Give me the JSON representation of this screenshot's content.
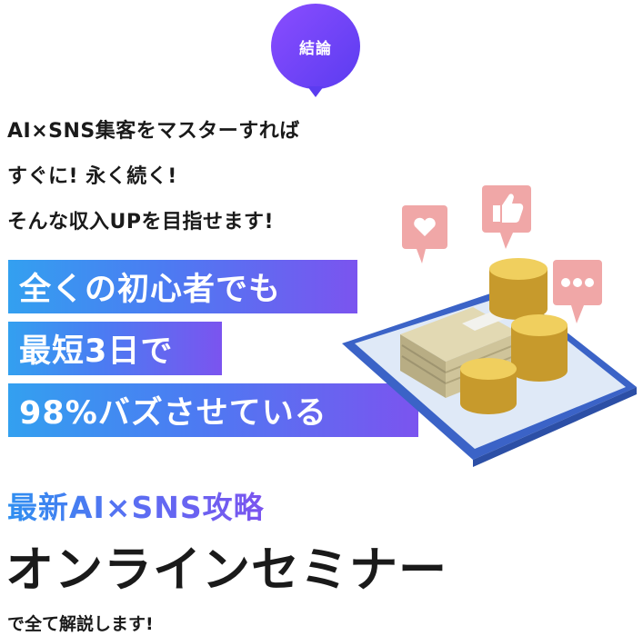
{
  "badge": {
    "label": "結論"
  },
  "intro": {
    "lines": [
      "AI×SNS集客をマスターすれば",
      "すぐに! 永く続く!",
      "そんな収入UPを目指せます!"
    ]
  },
  "highlights": [
    "全くの初心者でも",
    "最短3日で",
    "98%バズさせている"
  ],
  "seminar": {
    "subtitle": "最新AI×SNS攻略",
    "title": "オンラインセミナー",
    "tail": "で全て解説します!"
  },
  "illustration": {
    "icons": [
      "heart-icon",
      "thumbs-up-icon",
      "chat-bubble-icon",
      "smartphone-icon",
      "cash-stack-icon",
      "coin-stack-icon"
    ],
    "colors": {
      "bubble": "#f0a7a7",
      "phone_frame": "#3b63c7",
      "screen": "#dfe9f7",
      "coin": "#e6c04f",
      "cash": "#cfc49a"
    }
  }
}
